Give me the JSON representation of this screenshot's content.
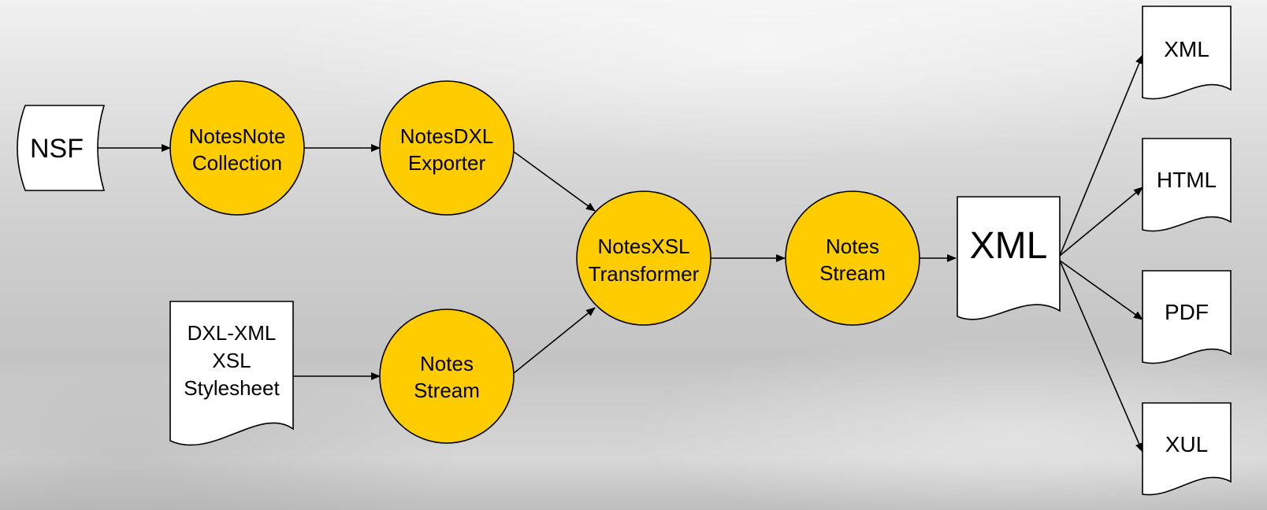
{
  "diagram": {
    "nsf": "NSF",
    "notes_note_collection": [
      "NotesNote",
      "Collection"
    ],
    "notes_dxl_exporter": [
      "NotesDXL",
      "Exporter"
    ],
    "stylesheet": [
      "DXL-XML",
      "XSL",
      "Stylesheet"
    ],
    "notes_stream_input": [
      "Notes",
      "Stream"
    ],
    "notes_xsl_transformer": [
      "NotesXSL",
      "Transformer"
    ],
    "notes_stream_output": [
      "Notes",
      "Stream"
    ],
    "xml_output": "XML",
    "outputs": [
      "XML",
      "HTML",
      "PDF",
      "XUL"
    ]
  },
  "colors": {
    "node_fill": "#ffcc00",
    "doc_fill": "#ffffff",
    "stroke": "#000000"
  }
}
